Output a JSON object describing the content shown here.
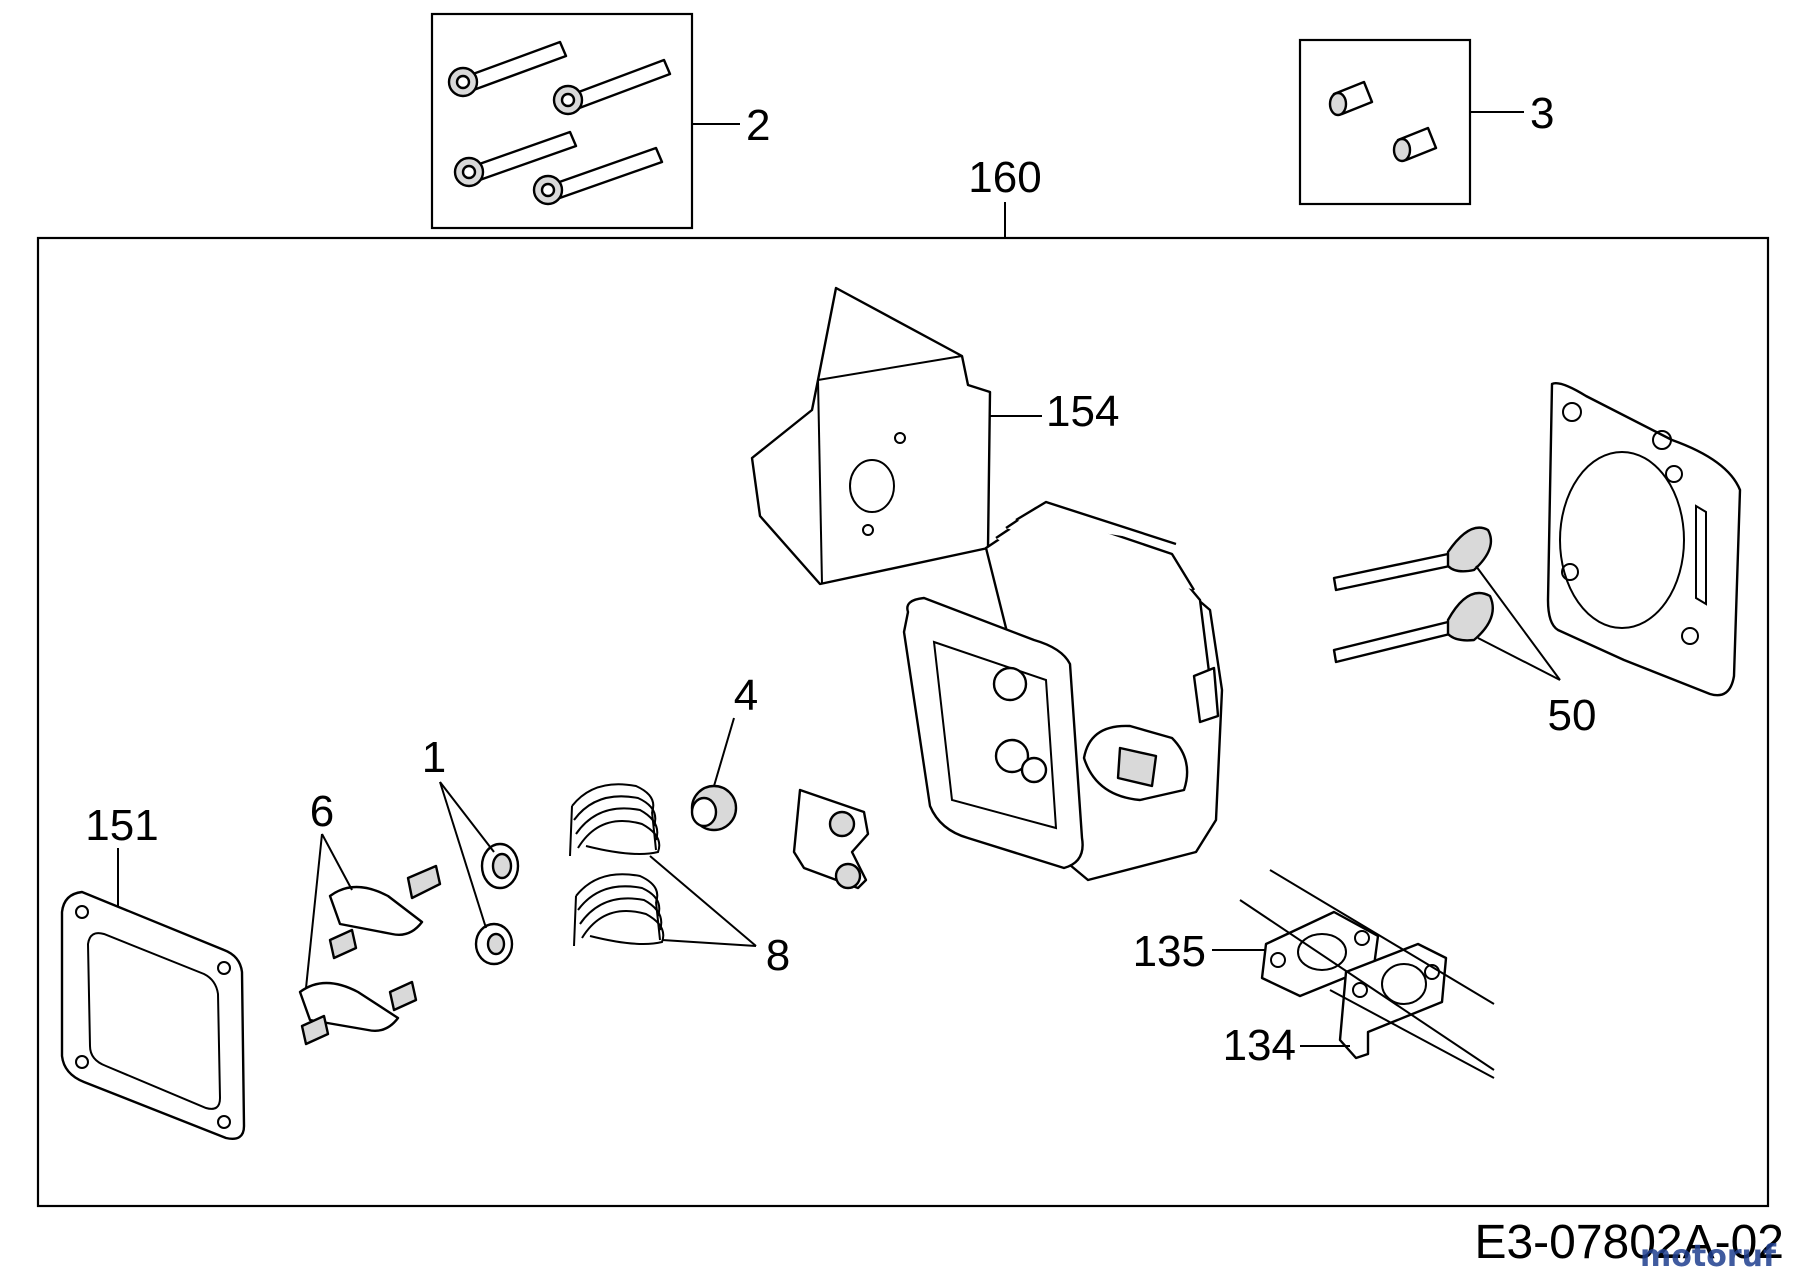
{
  "diagram": {
    "drawing_code": "E3-07802A-02",
    "watermark": "motoruf",
    "watermark_colors": [
      "#1f3f8f",
      "#e8a317"
    ],
    "callouts": [
      {
        "id": "c160",
        "label": "160"
      },
      {
        "id": "c2",
        "label": "2"
      },
      {
        "id": "c3",
        "label": "3"
      },
      {
        "id": "c154",
        "label": "154"
      },
      {
        "id": "c50",
        "label": "50"
      },
      {
        "id": "c4",
        "label": "4"
      },
      {
        "id": "c1",
        "label": "1"
      },
      {
        "id": "c6",
        "label": "6"
      },
      {
        "id": "c151",
        "label": "151"
      },
      {
        "id": "c8",
        "label": "8"
      },
      {
        "id": "c135",
        "label": "135"
      },
      {
        "id": "c134",
        "label": "134"
      }
    ]
  }
}
